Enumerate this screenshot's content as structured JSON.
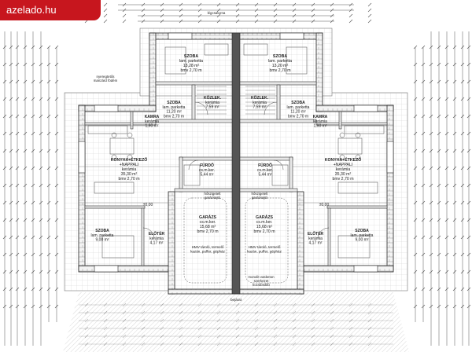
{
  "watermark": "azelado.hu",
  "rooms": [
    {
      "id": "szoba-top-left",
      "lines": [
        "SZOBA",
        "lam. parketta",
        "13,28 m²",
        "bmv 2,70 m"
      ]
    },
    {
      "id": "szoba-top-right",
      "lines": [
        "SZOBA",
        "lam. parketta",
        "13,20 m²",
        "bmv 2,70 m"
      ]
    },
    {
      "id": "szoba-mid-left",
      "lines": [
        "SZOBA",
        "lam. parketta",
        "11,20 m²",
        "bmv 2,70 m"
      ]
    },
    {
      "id": "kozlek-left",
      "lines": [
        "KÖZLEK.",
        "kerámia",
        "7,59 m²"
      ]
    },
    {
      "id": "kozlek-right",
      "lines": [
        "KÖZLEK.",
        "kerámia",
        "7,59 m²"
      ]
    },
    {
      "id": "szoba-mid-right",
      "lines": [
        "SZOBA",
        "lam. parketta",
        "11,20 m²",
        "bmv 2,70 m"
      ]
    },
    {
      "id": "kamra-left",
      "lines": [
        "KAMRA",
        "kerámia",
        "1,90 m²"
      ]
    },
    {
      "id": "kamra-right",
      "lines": [
        "KAMRA",
        "kerámia",
        "1,90 m²"
      ]
    },
    {
      "id": "furdo-left",
      "lines": [
        "FÜRDŐ",
        "cs.m.ker.",
        "5,44 m²"
      ]
    },
    {
      "id": "furdo-right",
      "lines": [
        "FÜRDŐ",
        "cs.m.ker.",
        "5,44 m²"
      ]
    },
    {
      "id": "konyha-left",
      "lines": [
        "KONYHA+ÉTKEZŐ",
        "+NAPPALI",
        "kerámia",
        "35,30 m²",
        "bmv 2,70 m"
      ]
    },
    {
      "id": "konyha-right",
      "lines": [
        "KONYHA+ÉTKEZŐ",
        "+NAPPALI",
        "kerámia",
        "35,30 m²",
        "bmv 2,70 m"
      ]
    },
    {
      "id": "garazs-left",
      "lines": [
        "GARÁZS",
        "cs.m.ker.",
        "15,68 m²",
        "bmv 2,70 m"
      ]
    },
    {
      "id": "garazs-right",
      "lines": [
        "GARÁZS",
        "cs.m.ker.",
        "15,68 m²",
        "bmv 2,70 m"
      ]
    },
    {
      "id": "szoba-bot-left",
      "lines": [
        "SZOBA",
        "lam. parketta",
        "9,00 m²"
      ]
    },
    {
      "id": "eloter-left",
      "lines": [
        "ELŐTÉR",
        "kerámia",
        "4,17 m²"
      ]
    },
    {
      "id": "eloter-right",
      "lines": [
        "ELŐTÉR",
        "kerámia",
        "4,17 m²"
      ]
    },
    {
      "id": "szoba-bot-right",
      "lines": [
        "SZOBA",
        "lam. parketta",
        "9,00 m²"
      ]
    }
  ],
  "notes": {
    "hmv-left": [
      "HMV tároló, termelő",
      "kazán, puffer, gépház"
    ],
    "hmv-right": [
      "HMV tároló, termelő",
      "kazán, puffer, gépház"
    ],
    "hoszigetelt-left": [
      "hőszigetelt",
      "garázsajtó"
    ],
    "hoszigetelt-right": [
      "hőszigetelt",
      "garázsajtó"
    ],
    "top-note": "légcsatorna",
    "left-top-note": [
      "nyeregtetős",
      "manzárd födém"
    ],
    "bottom-note": [
      "monolit vasbeton",
      "szerkezet",
      "kocsibeálló"
    ],
    "entrance": "bejárat",
    "level-left": "±0,00",
    "level-right": "±0,00"
  }
}
